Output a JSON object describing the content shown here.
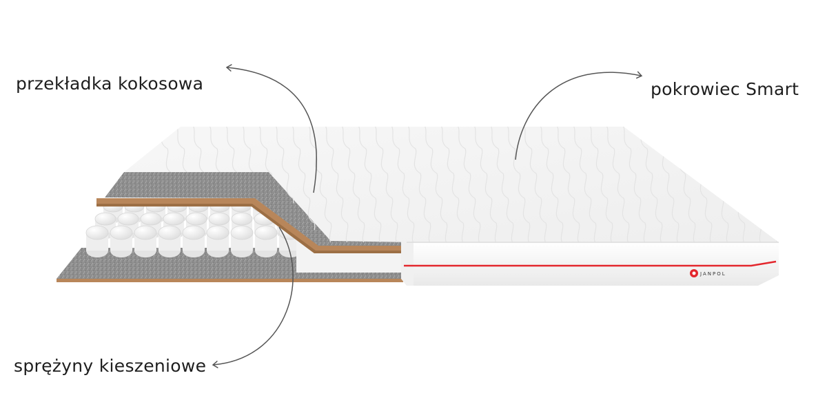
{
  "labels": {
    "coconut": "przekładka kokosowa",
    "cover": "pokrowiec Smart",
    "springs": "sprężyny kieszeniowe"
  },
  "brand": {
    "text": "JANPOL"
  },
  "colors": {
    "background": "#ffffff",
    "text": "#1e1e1e",
    "arrow": "#555555",
    "cover": "#f2f2f2",
    "cover_edge": "#e2e2e2",
    "foam": "#8c8c8c",
    "coconut": "#b8865a",
    "spring": "#f7f7f7",
    "accent": "#e3262c"
  },
  "icons": {
    "brand": "brand-logo-icon"
  }
}
